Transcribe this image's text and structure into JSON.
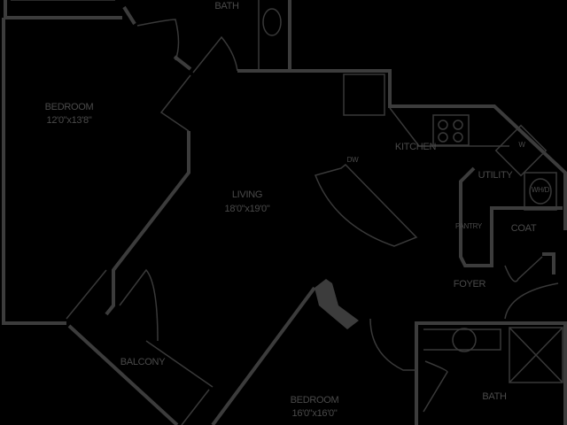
{
  "rooms": {
    "bath_top": {
      "name": "BATH"
    },
    "bedroom_1": {
      "name": "BEDROOM",
      "size": "12'0\"x13'8\""
    },
    "living": {
      "name": "LIVING",
      "size": "18'0\"x19'0\""
    },
    "kitchen": {
      "name": "KITCHEN"
    },
    "dishwasher": {
      "name": "DW"
    },
    "washer": {
      "name": "W"
    },
    "utility": {
      "name": "UTILITY"
    },
    "water_heater": {
      "name": "WH/D"
    },
    "pantry": {
      "name": "PANTRY"
    },
    "coat": {
      "name": "COAT"
    },
    "foyer": {
      "name": "FOYER"
    },
    "balcony": {
      "name": "BALCONY"
    },
    "bedroom_2": {
      "name": "BEDROOM",
      "size": "16'0\"x16'0\""
    },
    "bath_bottom": {
      "name": "BATH"
    }
  },
  "colors": {
    "background": "#000000",
    "walls": "#3c3c3c",
    "text": "#4a4a4a"
  }
}
